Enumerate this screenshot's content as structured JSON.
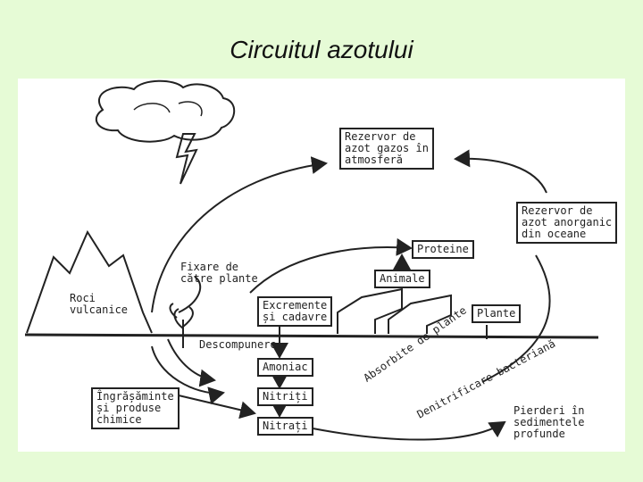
{
  "title": "Circuitul azotului",
  "labels": {
    "reservoir_atmosphere": "Rezervor de\nazot gazos în\natmosferă",
    "reservoir_ocean": "Rezervor de\nazot anorganic\ndin oceane",
    "proteins": "Proteine",
    "animals": "Animale",
    "plants": "Plante",
    "volcanic_rocks": "Roci\nvulcanice",
    "plant_fixation": "Fixare de\ncătre plante",
    "excrement": "Excremente\nși cadavre",
    "decomposition": "Descompunere",
    "ammonia": "Amoniac",
    "nitrites": "Nitriți",
    "nitrates": "Nitrați",
    "fertilizers": "Îngrășăminte\nși produse\nchimice",
    "plant_absorption": "Absorbite de plante",
    "bacterial_denitrification": "Denitrificare bacteriană",
    "sediment_losses": "Pierderi în\nsedimentele\nprofunde"
  }
}
